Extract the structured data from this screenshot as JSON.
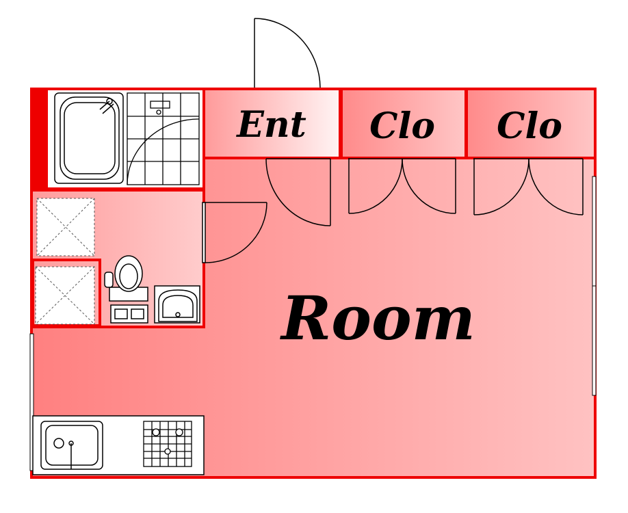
{
  "labels": {
    "entrance": "Ent",
    "closet_1": "Clo",
    "closet_2": "Clo",
    "room": "Room"
  },
  "colors": {
    "wall": "#ee0000",
    "fill_dark": "#ff7f7f",
    "fill_light": "#ffc4c4",
    "fixture": "#ffffff",
    "line": "#000000"
  },
  "icons": {
    "bathtub": "bathtub-icon",
    "toilet": "toilet-icon",
    "washbasin": "washbasin-icon",
    "kitchen_sink": "kitchen-sink-icon",
    "stove": "stove-icon",
    "door": "door-swing-icon"
  }
}
